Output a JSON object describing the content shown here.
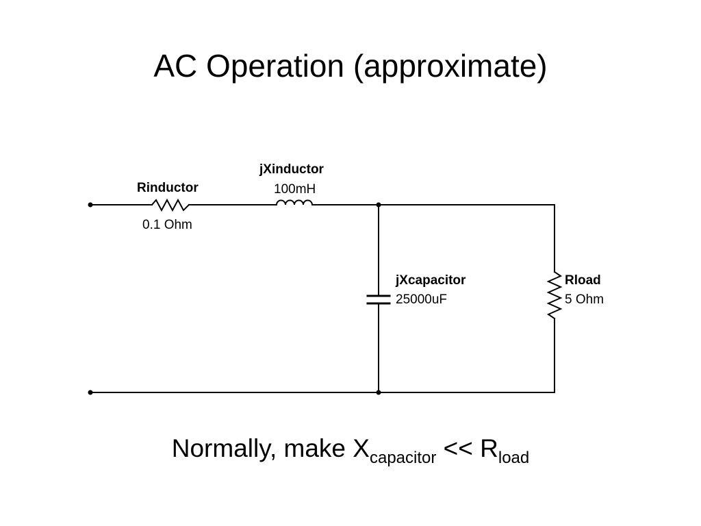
{
  "slide": {
    "title": "AC Operation (approximate)",
    "caption": {
      "prefix": "Normally, make X",
      "sub1": "capacitor",
      "middle": " << R",
      "sub2": "load"
    }
  },
  "components": {
    "rinductor": {
      "name": "Rinductor",
      "value": "0.1 Ohm"
    },
    "jxinductor": {
      "name": "jXinductor",
      "value": "100mH"
    },
    "jxcapacitor": {
      "name": "jXcapacitor",
      "value": "25000uF"
    },
    "rload": {
      "name": "Rload",
      "value": "5 Ohm"
    }
  },
  "colors": {
    "ink": "#000000",
    "background": "#ffffff"
  }
}
